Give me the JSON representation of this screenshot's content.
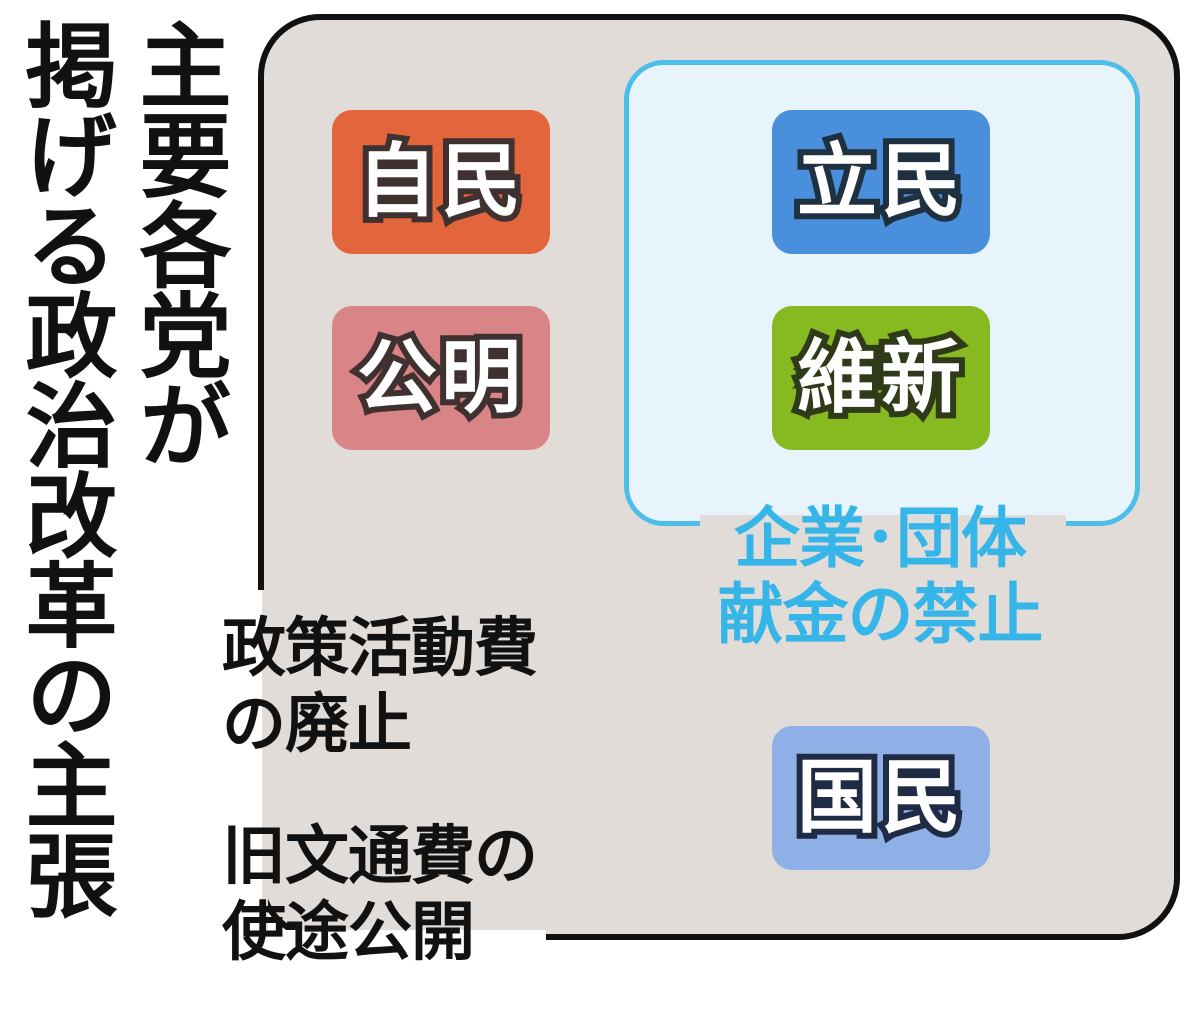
{
  "title": {
    "line1": "主要各党が",
    "line2": "掲げる政治改革の主張"
  },
  "parties": {
    "jimin": {
      "label": "自民",
      "color": "#e2653b"
    },
    "komei": {
      "label": "公明",
      "color": "#d98587"
    },
    "rikken": {
      "label": "立民",
      "color": "#4a8fdc"
    },
    "ishin": {
      "label": "維新",
      "color": "#86ba20"
    },
    "kokumin": {
      "label": "国民",
      "color": "#8eb0e6"
    }
  },
  "group": {
    "label_line1": "企業･団体",
    "label_line2": "献金の禁止",
    "border_color": "#4dbde9",
    "fill_color": "#e8f4fb"
  },
  "policies": {
    "policy_activity_fee": {
      "line1": "政策活動費",
      "line2": "の廃止"
    },
    "bunsuhi": {
      "line1": "旧文通費の",
      "line2": "使途公開"
    }
  },
  "colors": {
    "panel_bg": "#e2dcd8",
    "panel_border": "#111111",
    "text": "#111111"
  }
}
